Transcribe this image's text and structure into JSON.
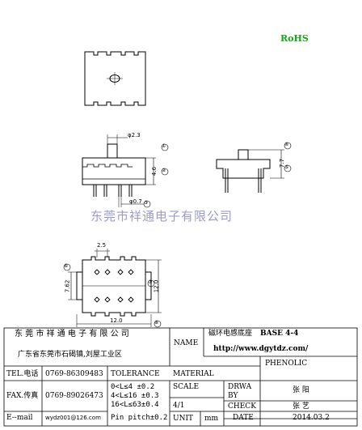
{
  "rohs": "RoHS",
  "watermark": "东莞市祥通电子有限公司",
  "dims": {
    "d23": "φ2.3",
    "d07": "φ0.7",
    "h46": "4.6",
    "h77": "7.7",
    "p25": "2.5",
    "v762": "7.62",
    "v120": "12.0",
    "h120": "12.0",
    "b1": "①",
    "b2": "②",
    "b3": "③",
    "b4": "④",
    "b5": "⑤",
    "b6": "⑥",
    "b7": "⑦",
    "b8": "⑧",
    "b9": "⑨"
  },
  "title_block": {
    "company": "东 莞 市 祥 通 电 子 有 限 公 司",
    "address": "广东省东莞市石碣镇,刘屋工业区",
    "name_label": "NAME",
    "product": "磁环电感底座",
    "model": "BASE   4-4",
    "url": "http://www.dgytdz.com/",
    "material_value": "PHENOLIC",
    "tel_label": "TEL.电话",
    "tel_value": "0769-86309483",
    "tolerance_label": "TOLERANCE",
    "material_label": "MATERIAL",
    "fax_label": "FAX.传真",
    "fax_value": "0769-89026473",
    "tol1": "0<L≤4  ±0.2",
    "tol2": "4<L≤16 ±0.3",
    "tol3": "16<L≤63±0.4",
    "scale_label": "SCALE",
    "scale_value": "4/1",
    "drawn_label_1": "DRWA",
    "drawn_label_2": "BY",
    "drawn_value": "张  阳",
    "check_label": "CHECK",
    "check_value": "张  艺",
    "email_label": "E--mail",
    "email_value": "wydz001@126.com",
    "pin_pitch": "Pin pitch±0.2",
    "unit_label": "UNIT",
    "unit_value": "mm",
    "date_label": "DATE",
    "date_value": "2014.03.2"
  }
}
